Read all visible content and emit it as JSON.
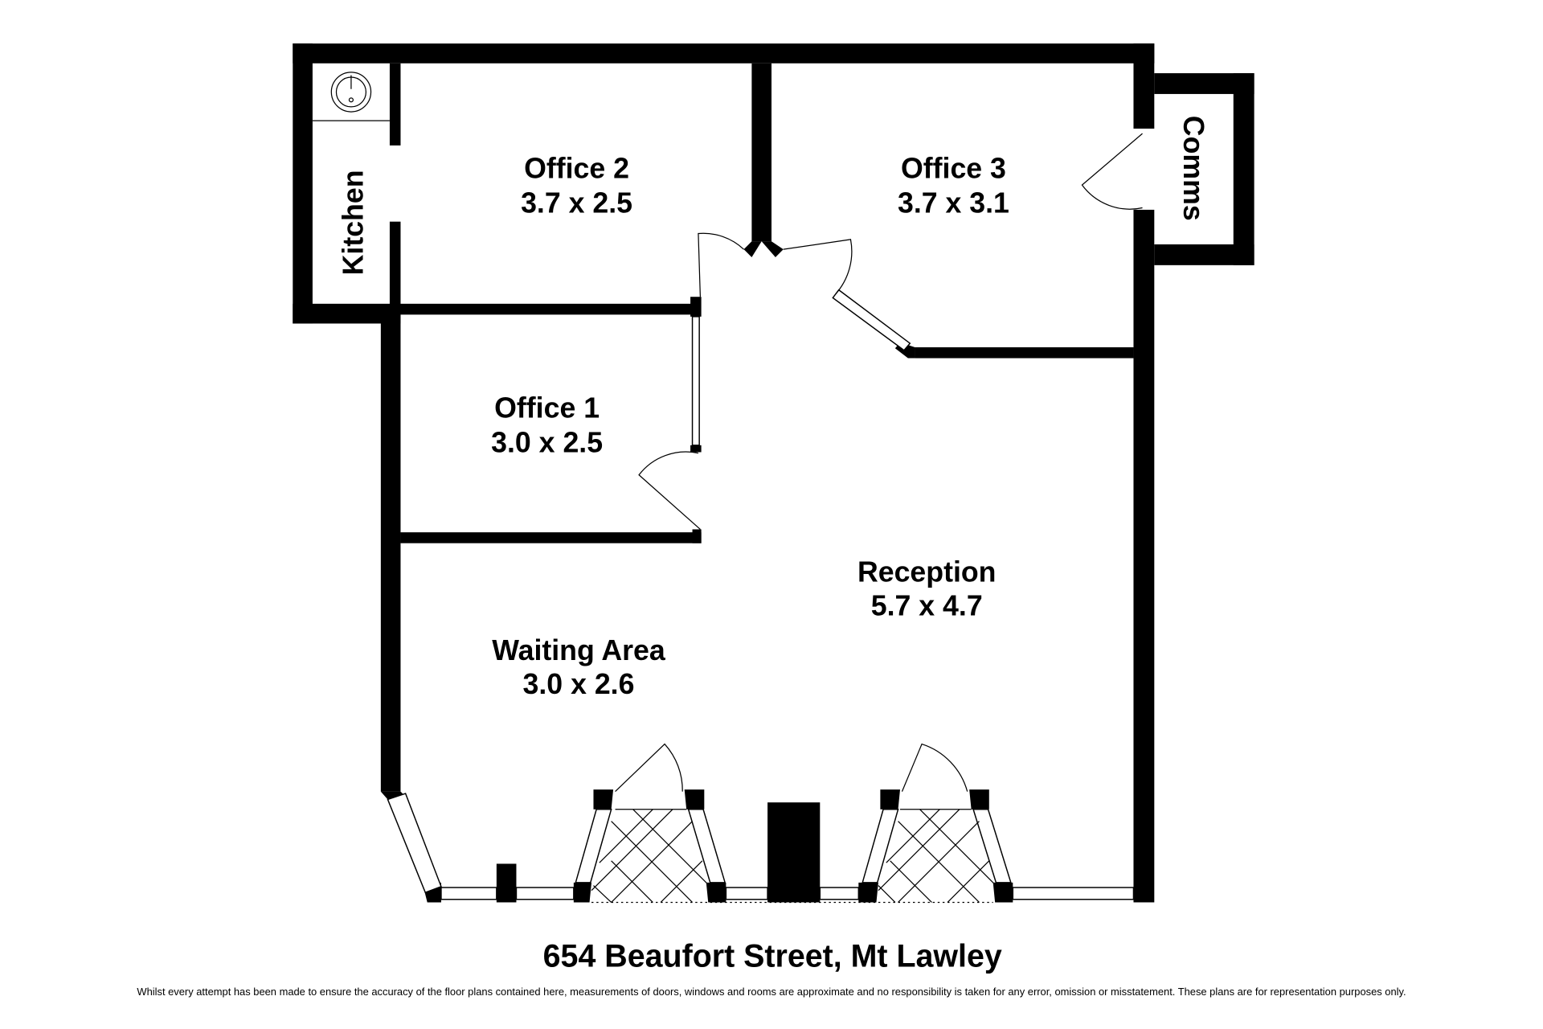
{
  "plan": {
    "rooms": [
      {
        "name": "Office 2",
        "size": "3.7 x 2.5"
      },
      {
        "name": "Office 3",
        "size": "3.7 x 3.1"
      },
      {
        "name": "Office 1",
        "size": "3.0 x 2.5"
      },
      {
        "name": "Reception",
        "size": "5.7 x 4.7"
      },
      {
        "name": "Waiting Area",
        "size": "3.0 x 2.6"
      },
      {
        "name": "Kitchen"
      },
      {
        "name": "Comms"
      }
    ],
    "address": "654 Beaufort Street, Mt Lawley",
    "disclaimer": "Whilst every attempt has been made to ensure the accuracy of the floor plans contained here, measurements of doors, windows and rooms are approximate and no responsibility is taken for any error, omission or misstatement. These plans are for representation purposes only."
  },
  "colors": {
    "wall": "#000000",
    "background": "#ffffff"
  }
}
